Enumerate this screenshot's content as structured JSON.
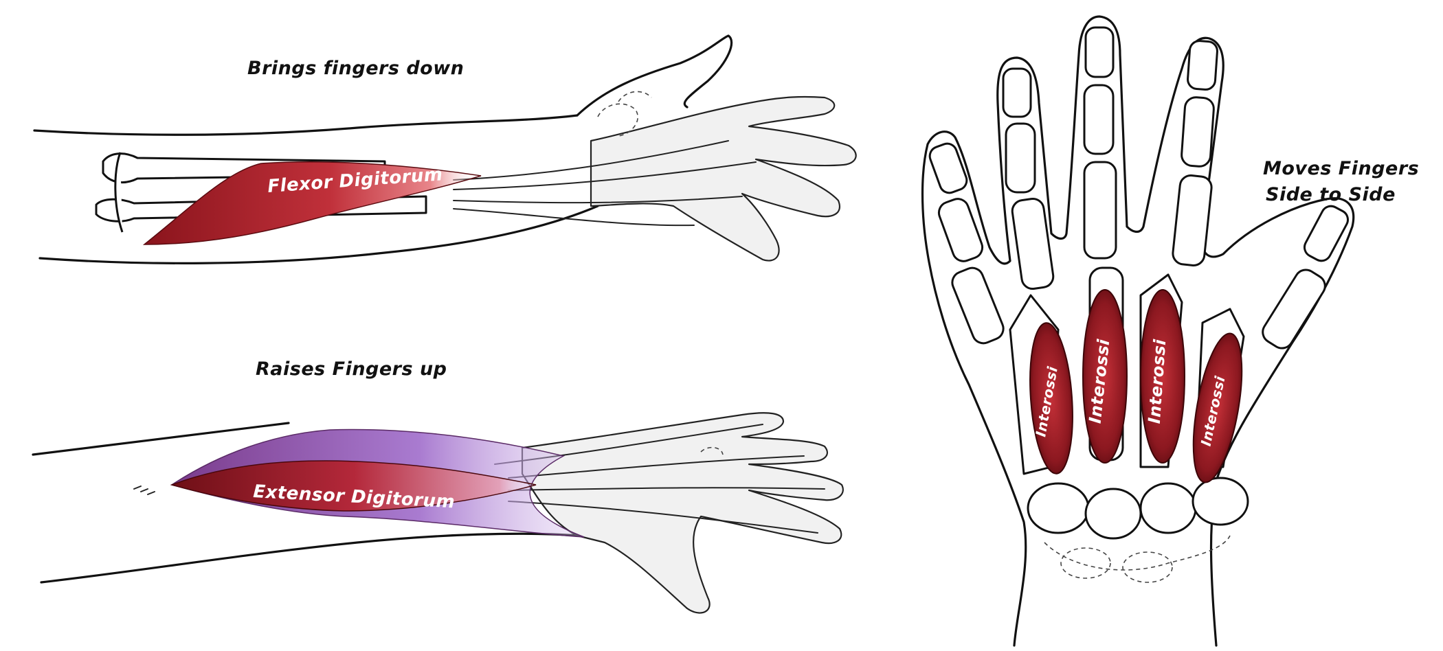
{
  "labels": {
    "flexor_caption": "Brings fingers down",
    "extensor_caption": "Raises Fingers up",
    "hand_caption_line1": "Moves Fingers",
    "hand_caption_line2": "Side to Side",
    "flexor_muscle": "Flexor Digitorum",
    "extensor_muscle": "Extensor Digitorum",
    "interossi_1": "Interossi",
    "interossi_2": "Interossi",
    "interossi_3": "Interossi",
    "interossi_4": "Interossi"
  },
  "colors": {
    "muscle_red": "#b8262f",
    "muscle_dark": "#6e0f16",
    "muscle_light": "#e07a7e",
    "extensor_purple": "#9a6bc2",
    "ink": "#111111",
    "background": "#ffffff"
  }
}
